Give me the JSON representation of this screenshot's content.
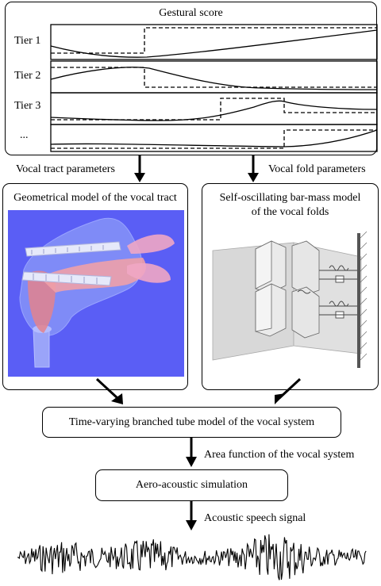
{
  "gestural_score": {
    "title": "Gestural score",
    "tiers": [
      "Tier 1",
      "Tier 2",
      "Tier 3",
      "..."
    ]
  },
  "arrows": {
    "vocal_tract_parameters": "Vocal tract parameters",
    "vocal_fold_parameters": "Vocal fold parameters",
    "area_function": "Area function of the vocal system",
    "acoustic_signal": "Acoustic speech signal"
  },
  "vocal_tract_model": {
    "title": "Geometrical model of the vocal tract",
    "background_color": "#5a5ef5"
  },
  "vocal_fold_model": {
    "title_line1": "Self-oscillating bar-mass model",
    "title_line2": "of the vocal folds"
  },
  "tube_model": {
    "label": "Time-varying branched tube model of the vocal system"
  },
  "aero_acoustic": {
    "label": "Aero-acoustic simulation"
  }
}
